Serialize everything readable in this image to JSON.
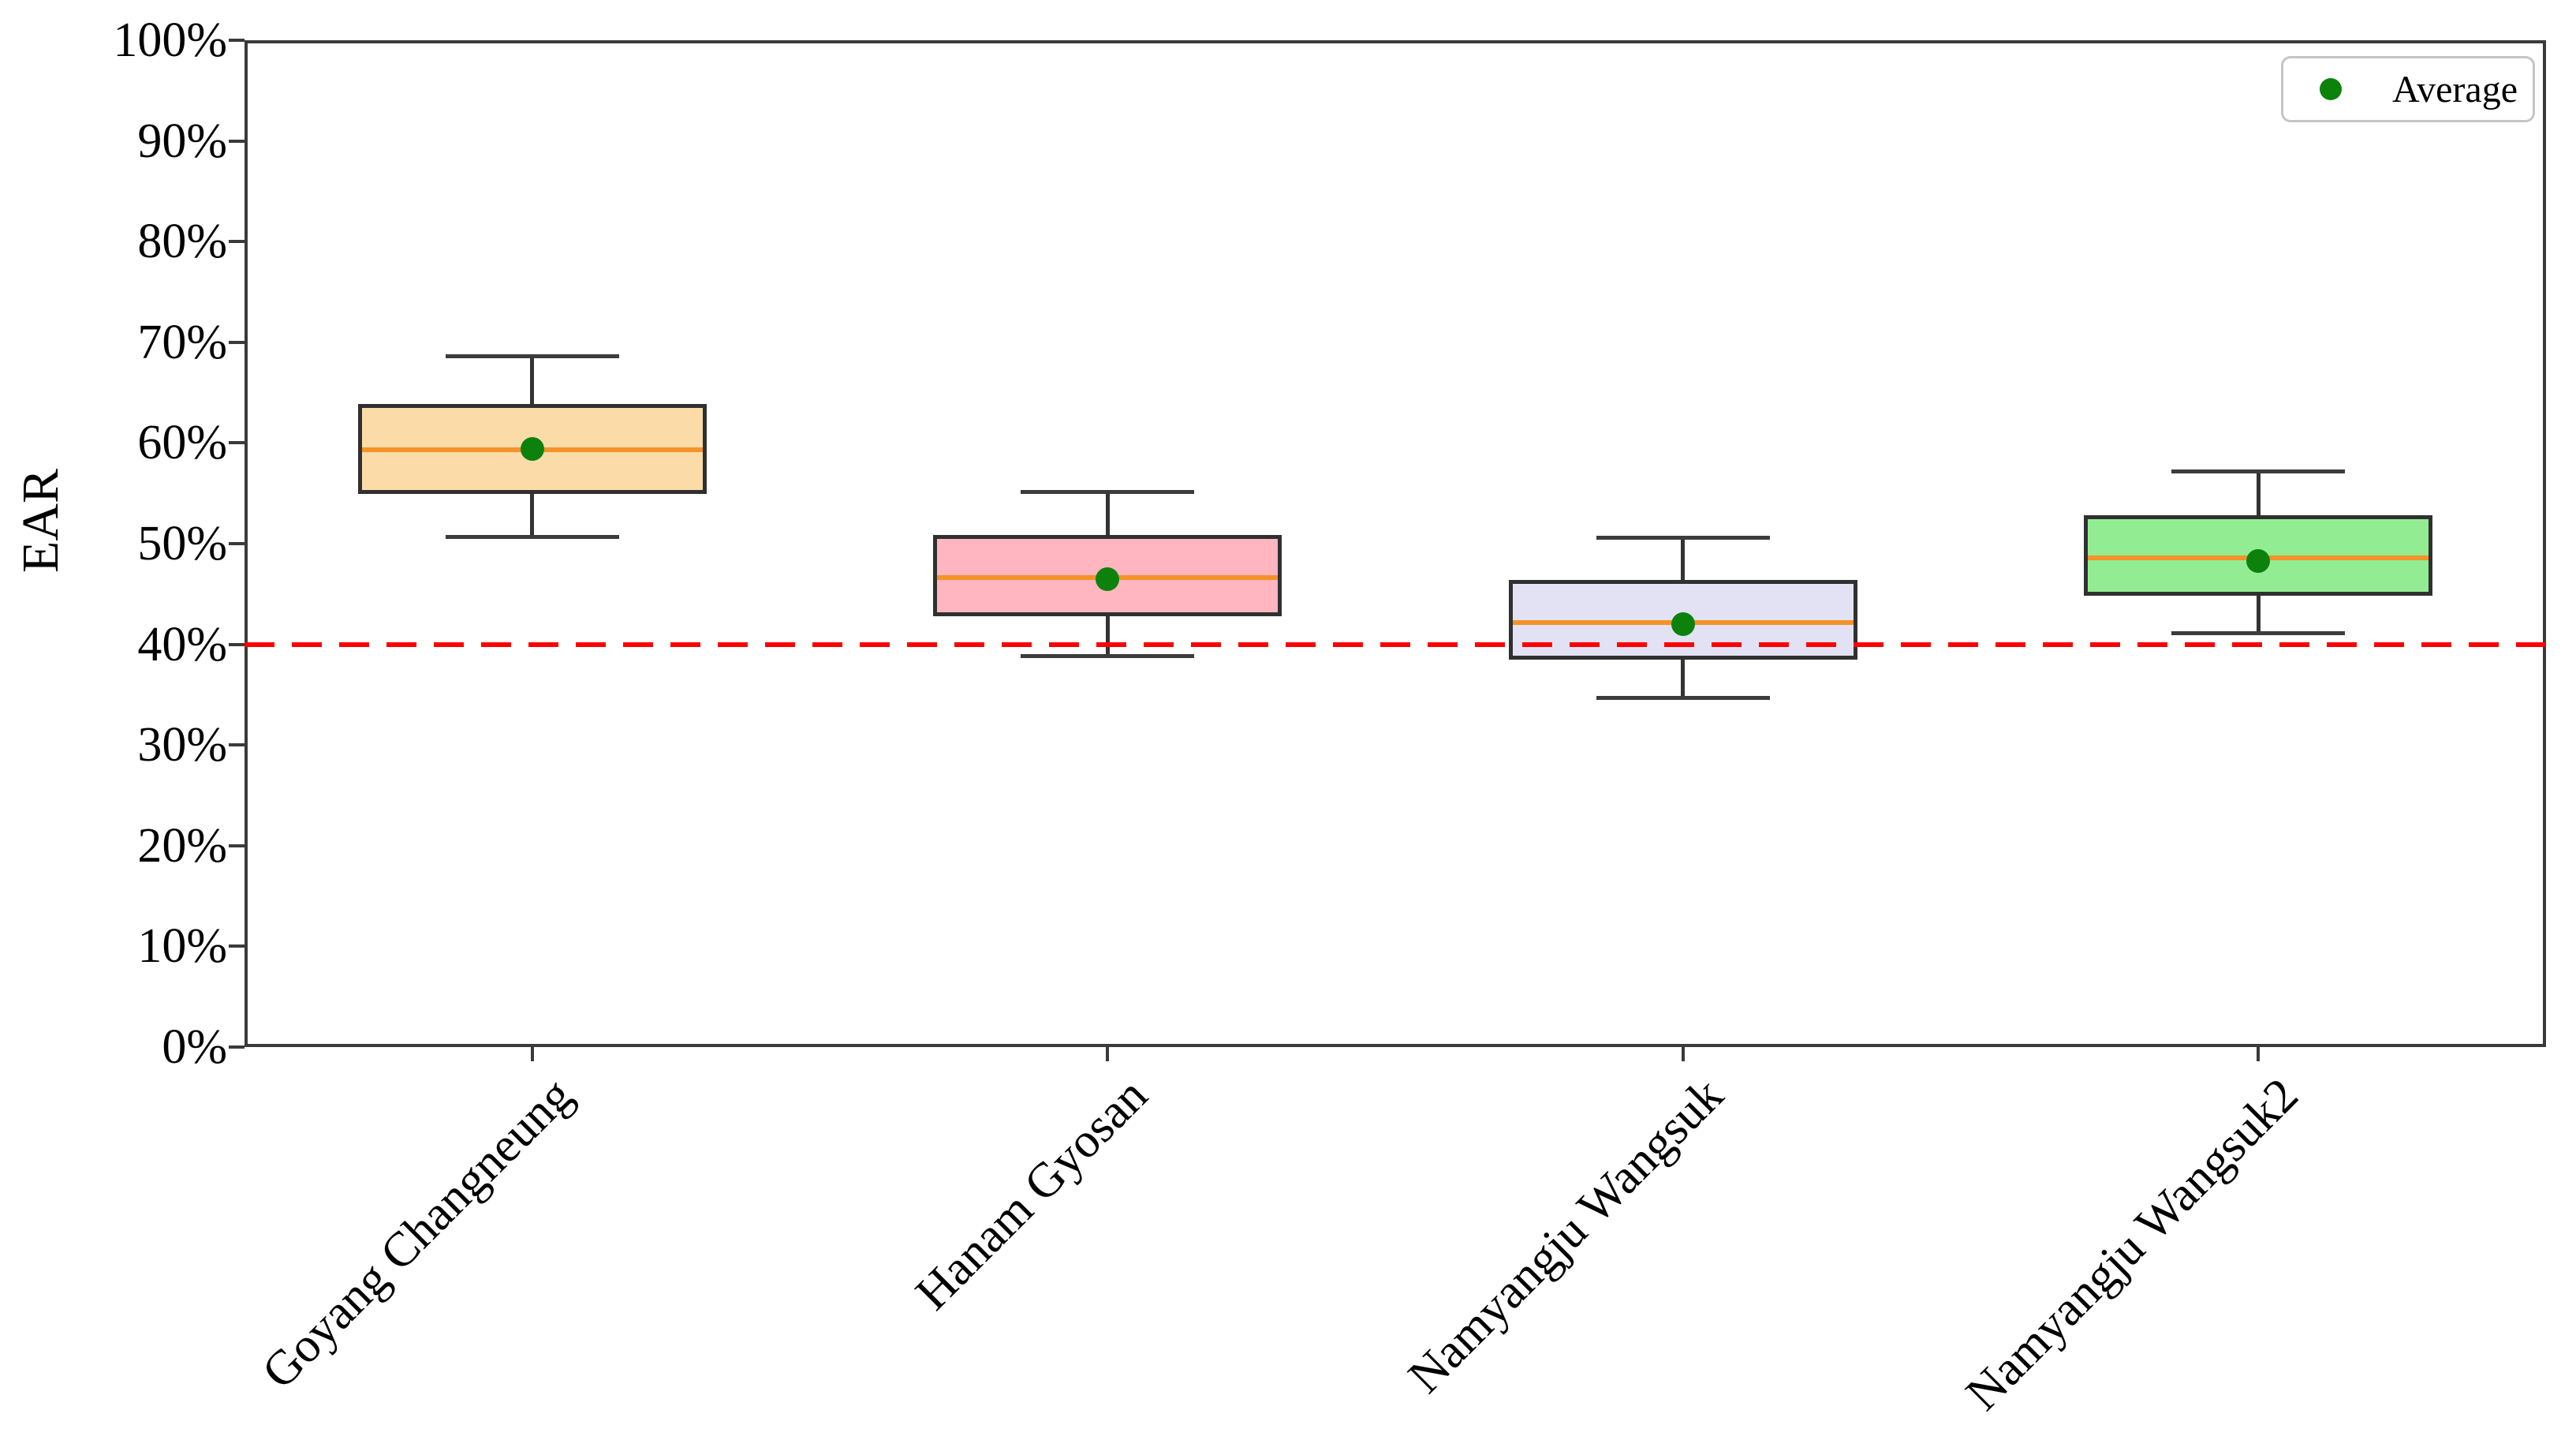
{
  "chart_data": {
    "type": "boxplot",
    "title": "",
    "xlabel": "",
    "ylabel": "EAR",
    "ylim": [
      0,
      100
    ],
    "y_tick_step": 10,
    "y_tick_labels": [
      "0%",
      "10%",
      "20%",
      "30%",
      "40%",
      "50%",
      "60%",
      "70%",
      "80%",
      "90%",
      "100%"
    ],
    "grid": "off",
    "x_label_rotation_deg": 45,
    "categories": [
      "Goyang Changneung",
      "Hanam Gyosan",
      "Namyangju Wangsuk",
      "Namyangju Wangsuk2"
    ],
    "series": [
      {
        "name": "Goyang Changneung",
        "whisker_low": 50.7,
        "q1": 54.9,
        "median": 59.3,
        "mean": 59.4,
        "q3": 63.9,
        "whisker_high": 68.6,
        "fill_color": "#FBDCA8"
      },
      {
        "name": "Hanam Gyosan",
        "whisker_low": 38.8,
        "q1": 42.8,
        "median": 46.6,
        "mean": 46.5,
        "q3": 50.9,
        "whisker_high": 55.1,
        "fill_color": "#FFB6C1"
      },
      {
        "name": "Namyangju Wangsuk",
        "whisker_low": 34.7,
        "q1": 38.5,
        "median": 42.2,
        "mean": 42.0,
        "q3": 46.4,
        "whisker_high": 50.6,
        "fill_color": "#E2E2F4"
      },
      {
        "name": "Namyangju Wangsuk2",
        "whisker_low": 41.1,
        "q1": 44.8,
        "median": 48.6,
        "mean": 48.3,
        "q3": 52.8,
        "whisker_high": 57.2,
        "fill_color": "#92EC92"
      }
    ],
    "reference_line": {
      "value": 40,
      "color": "#FF0000",
      "style": "dashed"
    },
    "legend": [
      {
        "label": "Average",
        "marker": "circle",
        "color": "#0C820C",
        "position": "upper right"
      }
    ],
    "colors": {
      "median_line": "#F59228",
      "mean_marker": "#0C820C",
      "box_edge": "#303030",
      "whisker": "#333333",
      "spine": "#3A3A3A"
    }
  }
}
